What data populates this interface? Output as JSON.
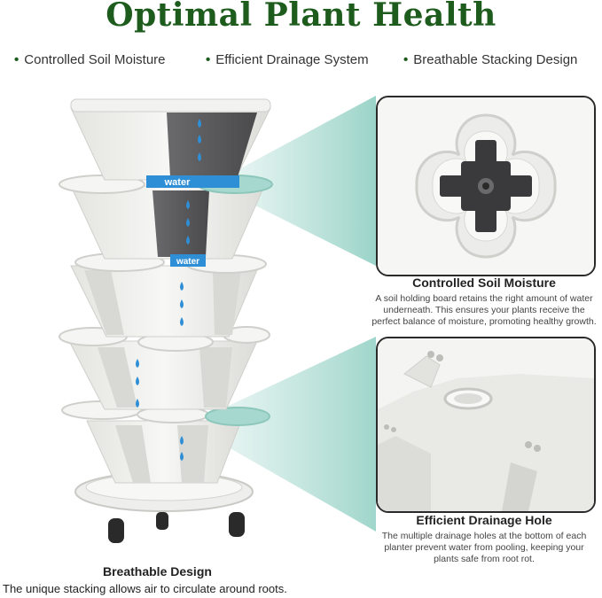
{
  "title": "Optimal Plant Health",
  "features": [
    {
      "bullet": "•",
      "label": "Controlled Soil Moisture"
    },
    {
      "bullet": "•",
      "label": "Efficient Drainage System"
    },
    {
      "bullet": "•",
      "label": "Breathable Stacking Design"
    }
  ],
  "tower": {
    "water_labels": [
      "water",
      "water"
    ]
  },
  "callout_top": {
    "title": "Controlled Soil Moisture",
    "body": "A soil holding board retains the right amount of water underneath. This ensures your plants receive the perfect balance of moisture, promoting healthy growth."
  },
  "callout_bottom": {
    "title": "Efficient Drainage Hole",
    "body": "The multiple drainage holes at the bottom of each planter prevent water from pooling, keeping your plants safe from root rot."
  },
  "breathable": {
    "title": "Breathable Design",
    "body": "The unique stacking allows air to circulate around roots."
  },
  "colors": {
    "title_green": "#1e5c1e",
    "teal": "#a7d8cf",
    "water_blue": "#2f8fd6",
    "planter_white": "#f1f1ef",
    "planter_shadow": "#cfcfcb",
    "dark_insert": "#5a5a5c"
  }
}
